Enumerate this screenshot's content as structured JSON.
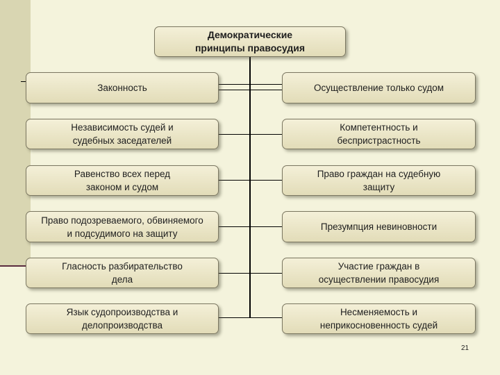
{
  "diagram": {
    "title": "Демократические\nпринципы правосудия",
    "left_principles": [
      "Законность",
      "Независимость судей и\nсудебных заседателей",
      "Равенство всех перед\nзаконом и судом",
      "Право подозреваемого, обвиняемого\nи подсудимого на защиту",
      "Гласность разбирательство\nдела",
      "Язык судопроизводства и\nделопроизводства"
    ],
    "right_principles": [
      "Осуществление только судом",
      "Компетентность и\nбеспристрастность",
      "Право граждан на судебную\nзащиту",
      "Презумпция невиновности",
      "Участие граждан в\nосуществлении правосудия",
      "Несменяемость и\nнеприкосновенность судей"
    ]
  },
  "page_number": "21"
}
